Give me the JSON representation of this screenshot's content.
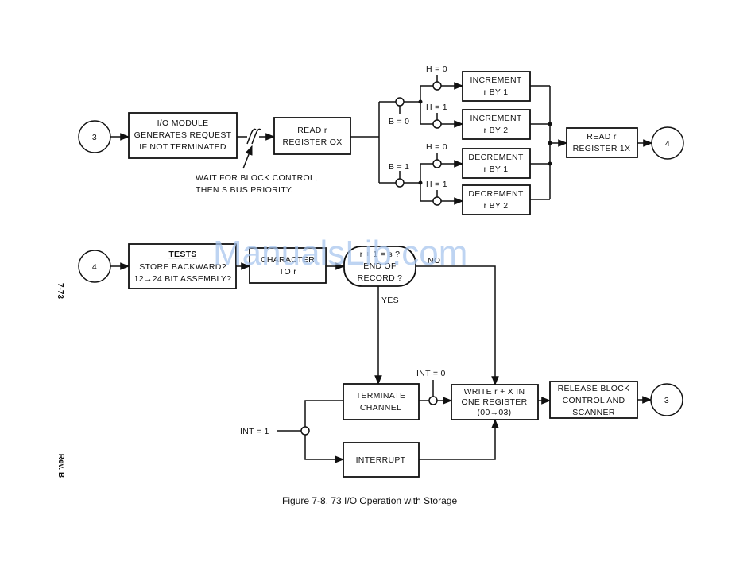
{
  "labels": {
    "conn3_start": "3",
    "io_module": [
      "I/O MODULE",
      "GENERATES REQUEST",
      "IF NOT TERMINATED"
    ],
    "wait_note": [
      "WAIT FOR BLOCK CONTROL,",
      "THEN S BUS PRIORITY."
    ],
    "read_r_0x": [
      "READ r",
      "REGISTER OX"
    ],
    "b0": "B = 0",
    "b1": "B = 1",
    "h0_top": "H = 0",
    "h1_top": "H = 1",
    "h0_bot": "H = 0",
    "h1_bot": "H = 1",
    "inc1": [
      "INCREMENT",
      "r BY 1"
    ],
    "inc2": [
      "INCREMENT",
      "r BY 2"
    ],
    "dec1": [
      "DECREMENT",
      "r BY 1"
    ],
    "dec2": [
      "DECREMENT",
      "r BY 2"
    ],
    "read_r_1x": [
      "READ r",
      "REGISTER 1X"
    ],
    "conn4_top": "4",
    "conn4_mid": "4",
    "tests": [
      "TESTS",
      "STORE BACKWARD?",
      "12→24 BIT ASSEMBLY?"
    ],
    "character": [
      "CHARACTER",
      "TO r"
    ],
    "decision": [
      "r + 1 = s ?",
      "END OF",
      "RECORD ?"
    ],
    "no": "NO",
    "yes": "YES",
    "terminate": [
      "TERMINATE",
      "CHANNEL"
    ],
    "int0": "INT = 0",
    "int1": "INT = 1",
    "write": [
      "WRITE r + X IN",
      "ONE REGISTER",
      "(00→03)"
    ],
    "release": [
      "RELEASE BLOCK",
      "CONTROL AND",
      "SCANNER"
    ],
    "conn3_end": "3",
    "interrupt": "INTERRUPT"
  },
  "caption": "Figure 7-8. 73 I/O Operation with Storage",
  "page_number": "7-73",
  "revision": "Rev. B",
  "watermark": "ManualsLib.com"
}
